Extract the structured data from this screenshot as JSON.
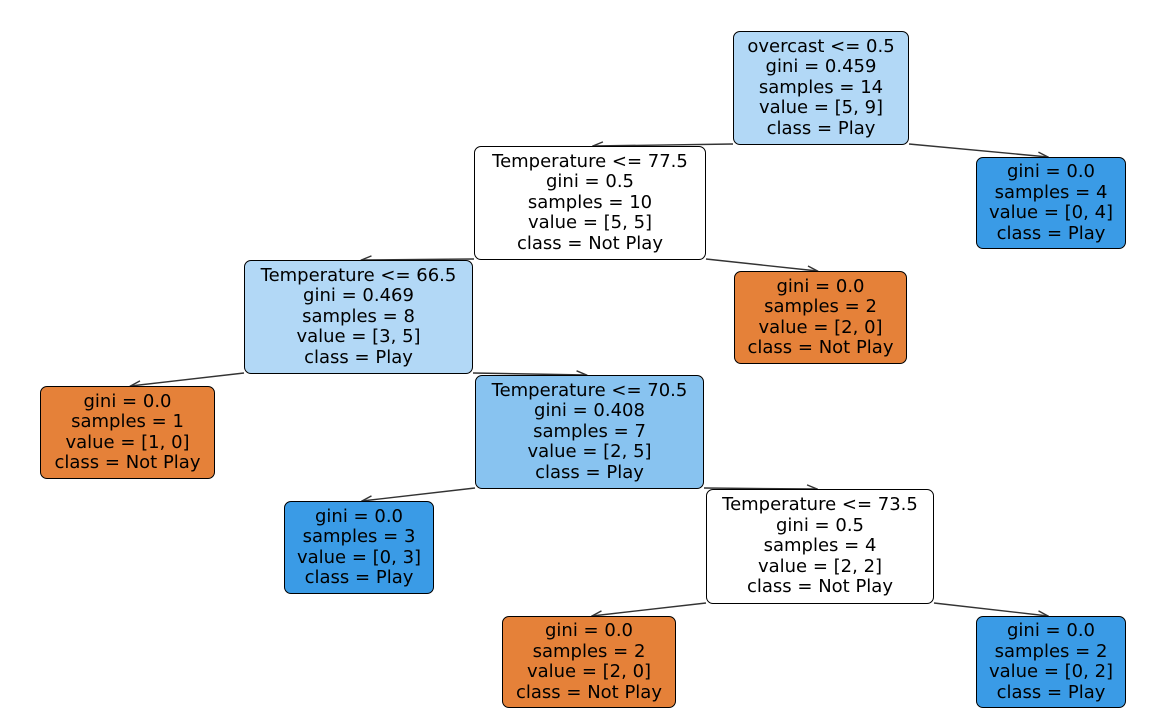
{
  "colors": {
    "white": "#ffffff",
    "light_blue": "#b2d8f6",
    "mid_blue": "#88c3f0",
    "blue": "#3a9be6",
    "orange": "#e58139",
    "edge": "#333333"
  },
  "tree": {
    "nodes": [
      {
        "id": "n0",
        "lines": [
          "overcast <= 0.5",
          "gini = 0.459",
          "samples = 14",
          "value = [5, 9]",
          "class = Play"
        ],
        "fill": "light_blue"
      },
      {
        "id": "n1",
        "lines": [
          "Temperature <= 77.5",
          "gini = 0.5",
          "samples = 10",
          "value = [5, 5]",
          "class = Not Play"
        ],
        "fill": "white"
      },
      {
        "id": "n2",
        "lines": [
          "gini = 0.0",
          "samples = 4",
          "value = [0, 4]",
          "class = Play"
        ],
        "fill": "blue"
      },
      {
        "id": "n3",
        "lines": [
          "Temperature <= 66.5",
          "gini = 0.469",
          "samples = 8",
          "value = [3, 5]",
          "class = Play"
        ],
        "fill": "light_blue"
      },
      {
        "id": "n4",
        "lines": [
          "gini = 0.0",
          "samples = 2",
          "value = [2, 0]",
          "class = Not Play"
        ],
        "fill": "orange"
      },
      {
        "id": "n5",
        "lines": [
          "gini = 0.0",
          "samples = 1",
          "value = [1, 0]",
          "class = Not Play"
        ],
        "fill": "orange"
      },
      {
        "id": "n6",
        "lines": [
          "Temperature <= 70.5",
          "gini = 0.408",
          "samples = 7",
          "value = [2, 5]",
          "class = Play"
        ],
        "fill": "mid_blue"
      },
      {
        "id": "n7",
        "lines": [
          "gini = 0.0",
          "samples = 3",
          "value = [0, 3]",
          "class = Play"
        ],
        "fill": "blue"
      },
      {
        "id": "n8",
        "lines": [
          "Temperature <= 73.5",
          "gini = 0.5",
          "samples = 4",
          "value = [2, 2]",
          "class = Not Play"
        ],
        "fill": "white"
      },
      {
        "id": "n9",
        "lines": [
          "gini = 0.0",
          "samples = 2",
          "value = [2, 0]",
          "class = Not Play"
        ],
        "fill": "orange"
      },
      {
        "id": "n10",
        "lines": [
          "gini = 0.0",
          "samples = 2",
          "value = [0, 2]",
          "class = Play"
        ],
        "fill": "blue"
      }
    ],
    "edges": [
      {
        "from": "n0",
        "to": "n1"
      },
      {
        "from": "n0",
        "to": "n2"
      },
      {
        "from": "n1",
        "to": "n3"
      },
      {
        "from": "n1",
        "to": "n4"
      },
      {
        "from": "n3",
        "to": "n5"
      },
      {
        "from": "n3",
        "to": "n6"
      },
      {
        "from": "n6",
        "to": "n7"
      },
      {
        "from": "n6",
        "to": "n8"
      },
      {
        "from": "n8",
        "to": "n9"
      },
      {
        "from": "n8",
        "to": "n10"
      }
    ]
  }
}
